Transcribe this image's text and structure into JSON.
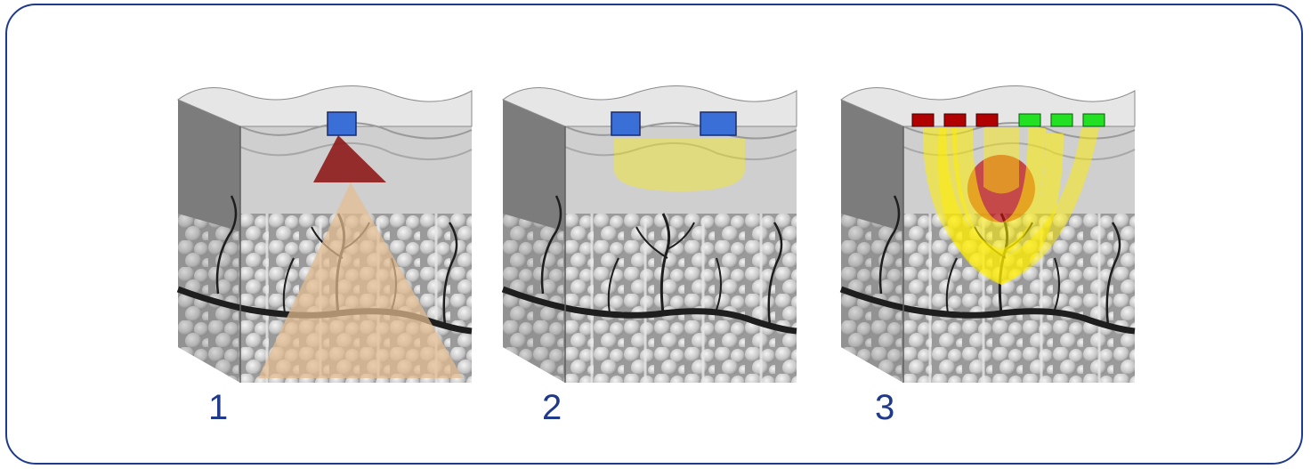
{
  "panels": [
    {
      "label": "1",
      "mode": "single"
    },
    {
      "label": "2",
      "mode": "pair"
    },
    {
      "label": "3",
      "mode": "array"
    }
  ],
  "colors": {
    "frame": "#1f3a8a",
    "label": "#1f3a8a",
    "probe": "#3b6fd8",
    "cone_red": "#8b0f0f",
    "cone_tan": "#e3bd8f",
    "beam_yellow": "#ffee00",
    "element_red": "#b00000",
    "element_green": "#22e022",
    "skin_light": "#dcdcdc",
    "skin_mid": "#b5b5b5",
    "skin_dark": "#8c8c8c",
    "vessel": "#1e1e1e"
  }
}
